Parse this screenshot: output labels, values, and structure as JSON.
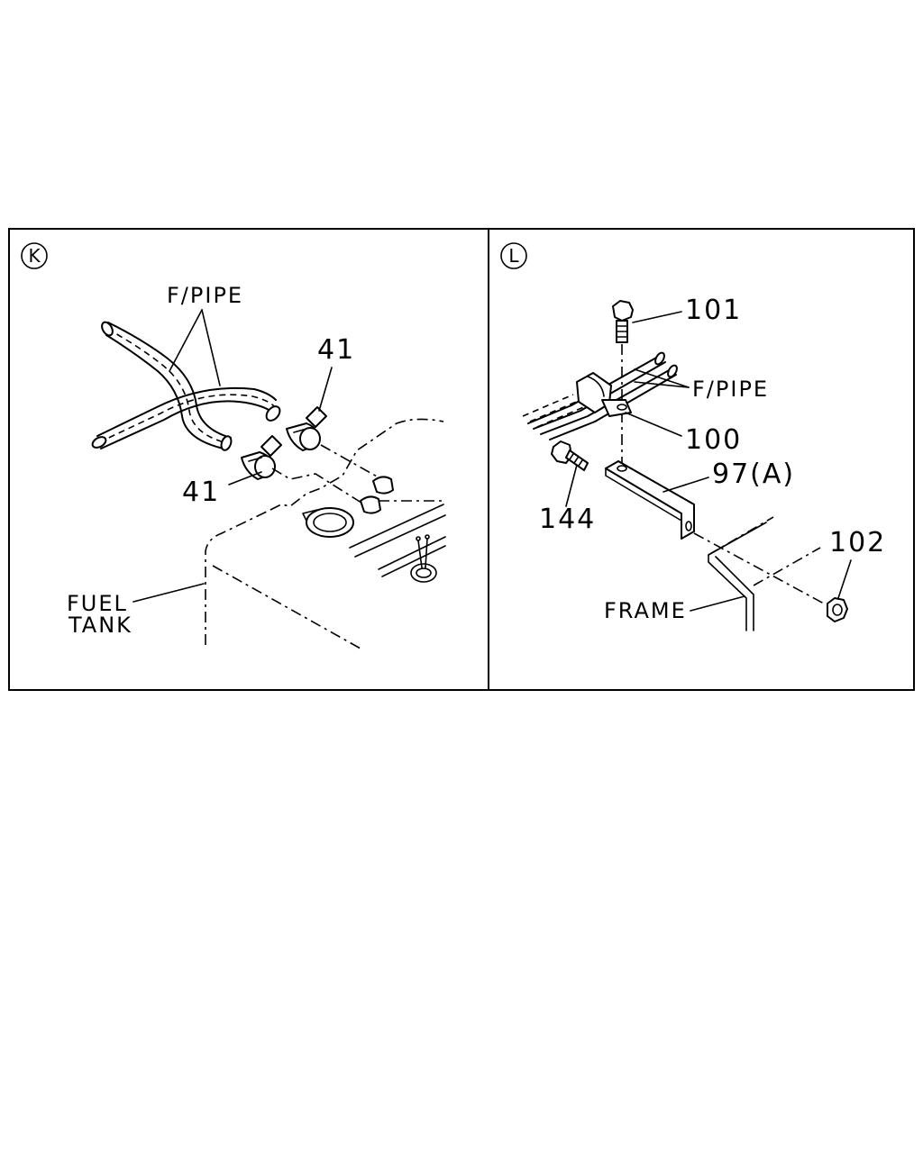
{
  "panel_k": {
    "view_letter": "K",
    "pipe_label": "F/PIPE",
    "clip_upper_label": "41",
    "clip_lower_label": "41",
    "tank_label_line1": "FUEL",
    "tank_label_line2": "TANK"
  },
  "panel_l": {
    "view_letter": "L",
    "bolt_top_label": "101",
    "pipe_label": "F/PIPE",
    "clamp_label": "100",
    "bracket_label": "97(A)",
    "bolt_side_label": "144",
    "nut_label": "102",
    "frame_label": "FRAME"
  }
}
